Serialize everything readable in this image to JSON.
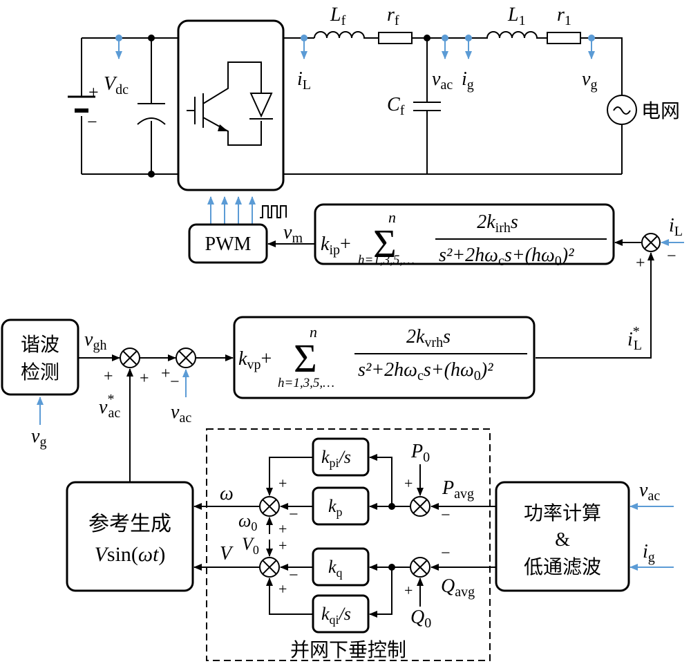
{
  "power_stage": {
    "vdc": "V",
    "vdc_sub": "dc",
    "iL": "i",
    "iL_sub": "L",
    "Lf": "L",
    "Lf_sub": "f",
    "rf": "r",
    "rf_sub": "f",
    "vac": "v",
    "vac_sub": "ac",
    "ig": "i",
    "ig_sub": "g",
    "L1": "L",
    "L1_sub": "1",
    "r1": "r",
    "r1_sub": "1",
    "vg": "v",
    "vg_sub": "g",
    "Cf": "C",
    "Cf_sub": "f",
    "grid_label": "电网",
    "plus": "+",
    "minus": "−"
  },
  "pwm": {
    "label": "PWM",
    "vm": "v",
    "vm_sub": "m"
  },
  "current_controller": {
    "k": "k",
    "k_sub": "ip",
    "plus": "+",
    "n": "n",
    "sum_range": "h=1,3,5,…",
    "num_pre": "2k",
    "num_sub": "irh",
    "num_post": "s",
    "den": "s²+2hω",
    "den_sub": "c",
    "den_tail": "s+(hω",
    "den_sub2": "0",
    "den_end": ")²",
    "sum_plus": "+",
    "sum_minus": "−",
    "iL": "i",
    "iL_sub": "L"
  },
  "iL_ref": {
    "sym": "i",
    "sub": "L",
    "sup": "*"
  },
  "voltage_controller": {
    "k": "k",
    "k_sub": "vp",
    "plus": "+",
    "n": "n",
    "sum_range": "h=1,3,5,…",
    "num_pre": "2k",
    "num_sub": "vrh",
    "num_post": "s",
    "den": "s²+2hω",
    "den_sub": "c",
    "den_tail": "s+(hω",
    "den_sub2": "0",
    "den_end": ")²"
  },
  "harmonic_detection": {
    "line1": "谐波",
    "line2": "检测",
    "vgh": "v",
    "vgh_sub": "gh",
    "vg": "v",
    "vg_sub": "g"
  },
  "voltage_sums": {
    "plus": "+",
    "minus": "−",
    "vac": "v",
    "vac_sub": "ac",
    "vref": "v",
    "vref_sub": "ac",
    "vref_sup": "*"
  },
  "reference_gen": {
    "line1": "参考生成",
    "line2_V": "V",
    "line2_rest": "sin(",
    "line2_w": "ωt",
    "line2_end": ")",
    "omega": "ω",
    "V": "V"
  },
  "droop": {
    "title": "并网下垂控制",
    "kpi": "k",
    "kpi_sub": "pi",
    "kpi_s": "/s",
    "kp": "k",
    "kp_sub": "p",
    "kq": "k",
    "kq_sub": "q",
    "kqi": "k",
    "kqi_sub": "qi",
    "kqi_s": "/s",
    "P0": "P",
    "P0_sub": "0",
    "Q0": "Q",
    "Q0_sub": "0",
    "Pavg": "P",
    "Pavg_sub": "avg",
    "Qavg": "Q",
    "Qavg_sub": "avg",
    "omega0": "ω",
    "omega0_sub": "0",
    "V0": "V",
    "V0_sub": "0",
    "plus": "+",
    "minus": "−"
  },
  "power_calc": {
    "line1": "功率计算",
    "line2": "&",
    "line3": "低通滤波",
    "vac": "v",
    "vac_sub": "ac",
    "ig": "i",
    "ig_sub": "g"
  },
  "colors": {
    "measurement": "#5b9bd5",
    "line": "#000000",
    "background": "#ffffff"
  }
}
